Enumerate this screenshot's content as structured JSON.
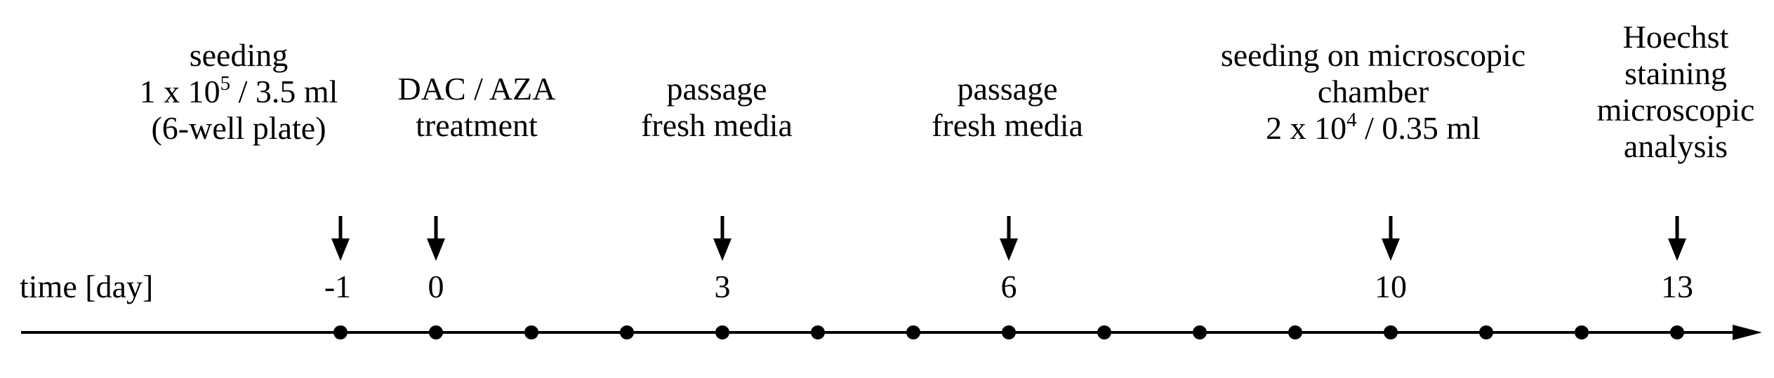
{
  "axis_label": "time [day]",
  "days": [
    -1,
    0,
    1,
    2,
    3,
    4,
    5,
    6,
    7,
    8,
    9,
    10,
    11,
    12,
    13
  ],
  "day_labels": [
    "-1",
    "0",
    "3",
    "6",
    "10",
    "13"
  ],
  "events": [
    {
      "day": -1,
      "lines": [
        "seeding",
        "1 x 10^5 / 3.5 ml",
        "(6-well plate)"
      ],
      "line_1": "seeding",
      "line_2_pre": "1 x 10",
      "line_2_sup": "5",
      "line_2_post": " / 3.5 ml",
      "line_3": "(6-well plate)"
    },
    {
      "day": 0,
      "lines": [
        "DAC / AZA",
        "treatment"
      ]
    },
    {
      "day": 3,
      "lines": [
        "passage",
        "fresh media"
      ]
    },
    {
      "day": 6,
      "lines": [
        "passage",
        "fresh media"
      ]
    },
    {
      "day": 10,
      "lines": [
        "seeding on microscopic",
        "chamber",
        "2 x 10^4 / 0.35 ml"
      ],
      "line_1": "seeding on microscopic",
      "line_2": "chamber",
      "line_3_pre": "2 x 10",
      "line_3_sup": "4",
      "line_3_post": " / 0.35 ml"
    },
    {
      "day": 13,
      "lines": [
        "Hoechst",
        "staining",
        "microscopic",
        "analysis"
      ]
    }
  ],
  "colors": {
    "ink": "#000000",
    "background": "#ffffff"
  }
}
